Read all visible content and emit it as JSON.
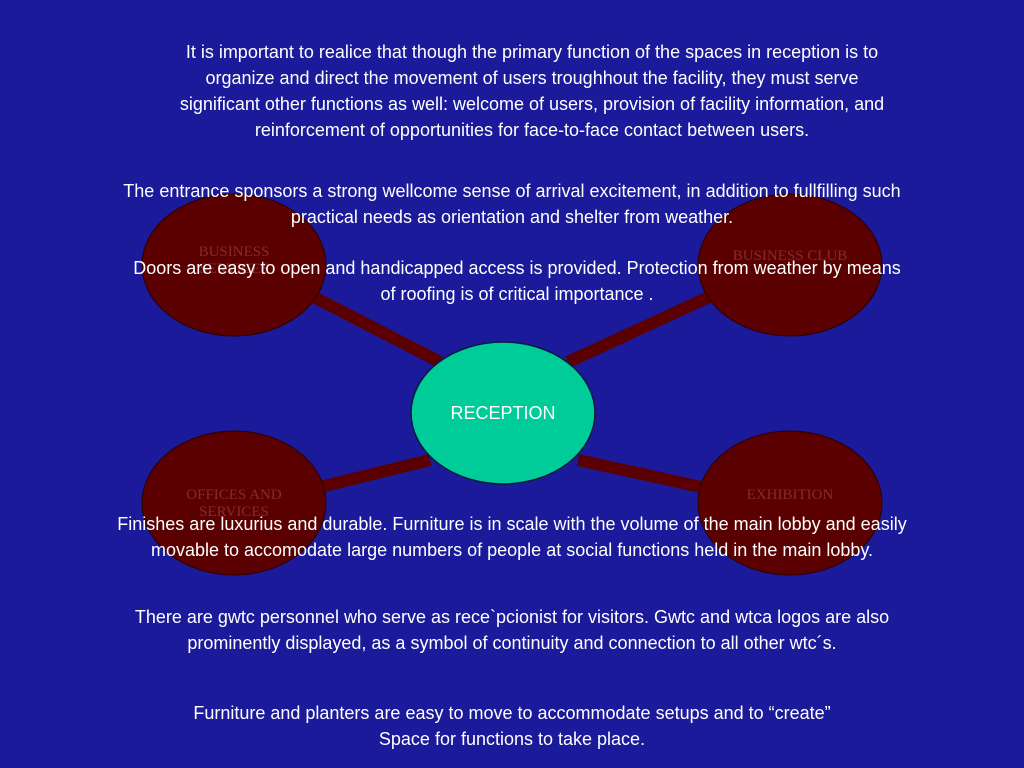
{
  "diagram": {
    "nodes": {
      "top_left": [
        "BUSINESS",
        "SERVICES"
      ],
      "top_right": [
        "BUSINESS CLUB"
      ],
      "bottom_left": [
        "OFFICES AND",
        "SERVICES"
      ],
      "bottom_right": [
        "EXHIBITION"
      ],
      "center": "RECEPTION"
    },
    "colors": {
      "background": "#1a1a9a",
      "satellite_fill": "#5a0000",
      "center_fill": "#00cc99",
      "connector": "#5a0000"
    }
  },
  "paragraphs": {
    "p1": [
      "It is important to realice that though the primary function of the spaces in reception is to",
      "organize and direct the movement of users troughhout the facility, they must serve",
      "significant other functions as well: welcome of users, provision of facility information, and",
      "reinforcement of opportunities for face-to-face contact between users."
    ],
    "p2": [
      "The entrance sponsors a strong wellcome sense of arrival excitement, in addition to fullfilling such",
      "practical needs as orientation and shelter from weather."
    ],
    "p3": [
      "Doors are easy to open and handicapped access is provided. Protection from weather by means",
      "of roofing is of critical importance ."
    ],
    "p4": [
      "Finishes are luxurius and durable. Furniture is in scale with the volume of the main lobby and easily",
      "movable to accomodate large numbers of people at social functions held in the main lobby."
    ],
    "p5": [
      "There are gwtc personnel who serve as rece`pcionist for visitors. Gwtc and wtca logos are also",
      "prominently displayed, as a symbol of continuity and connection to all other wtc´s."
    ],
    "p6": [
      "Furniture and planters are easy to move to accommodate setups and to “create”",
      "Space for functions to take place."
    ]
  }
}
